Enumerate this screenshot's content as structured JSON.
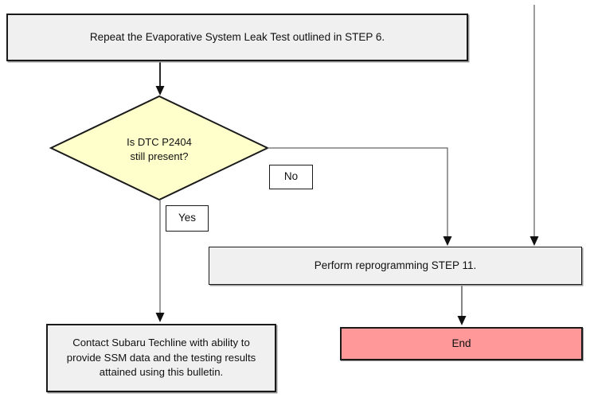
{
  "diagram": {
    "type": "flowchart",
    "colors": {
      "process_fill": "#f0f0f0",
      "decision_fill": "#ffffcc",
      "end_fill": "#ff9898",
      "border": "#1a1a1a",
      "line": "#666666",
      "text": "#111111",
      "background": "#ffffff"
    },
    "nodes": {
      "repeat_box": {
        "label": "Repeat the Evaporative System Leak Test outlined in STEP 6."
      },
      "decision_diamond": {
        "lines": [
          "Is DTC P2404",
          "still present?"
        ]
      },
      "no_connector": {
        "label": "No"
      },
      "yes_connector": {
        "label": "Yes"
      },
      "reprogram_box": {
        "label": "Perform reprogramming STEP 11."
      },
      "end_box": {
        "label": "End"
      },
      "contact_box": {
        "lines": [
          "Contact Subaru Techline with ability to",
          "provide SSM data and the testing results",
          "attained using this bulletin."
        ]
      }
    },
    "edges": [
      {
        "from": "repeat_box",
        "to": "decision_diamond"
      },
      {
        "from": "decision_diamond",
        "to": "reprogram_box",
        "label": "No"
      },
      {
        "from": "decision_diamond",
        "to": "contact_box",
        "label": "Yes"
      },
      {
        "from": "offscreen_top",
        "to": "reprogram_box"
      },
      {
        "from": "reprogram_box",
        "to": "end_box"
      }
    ]
  }
}
